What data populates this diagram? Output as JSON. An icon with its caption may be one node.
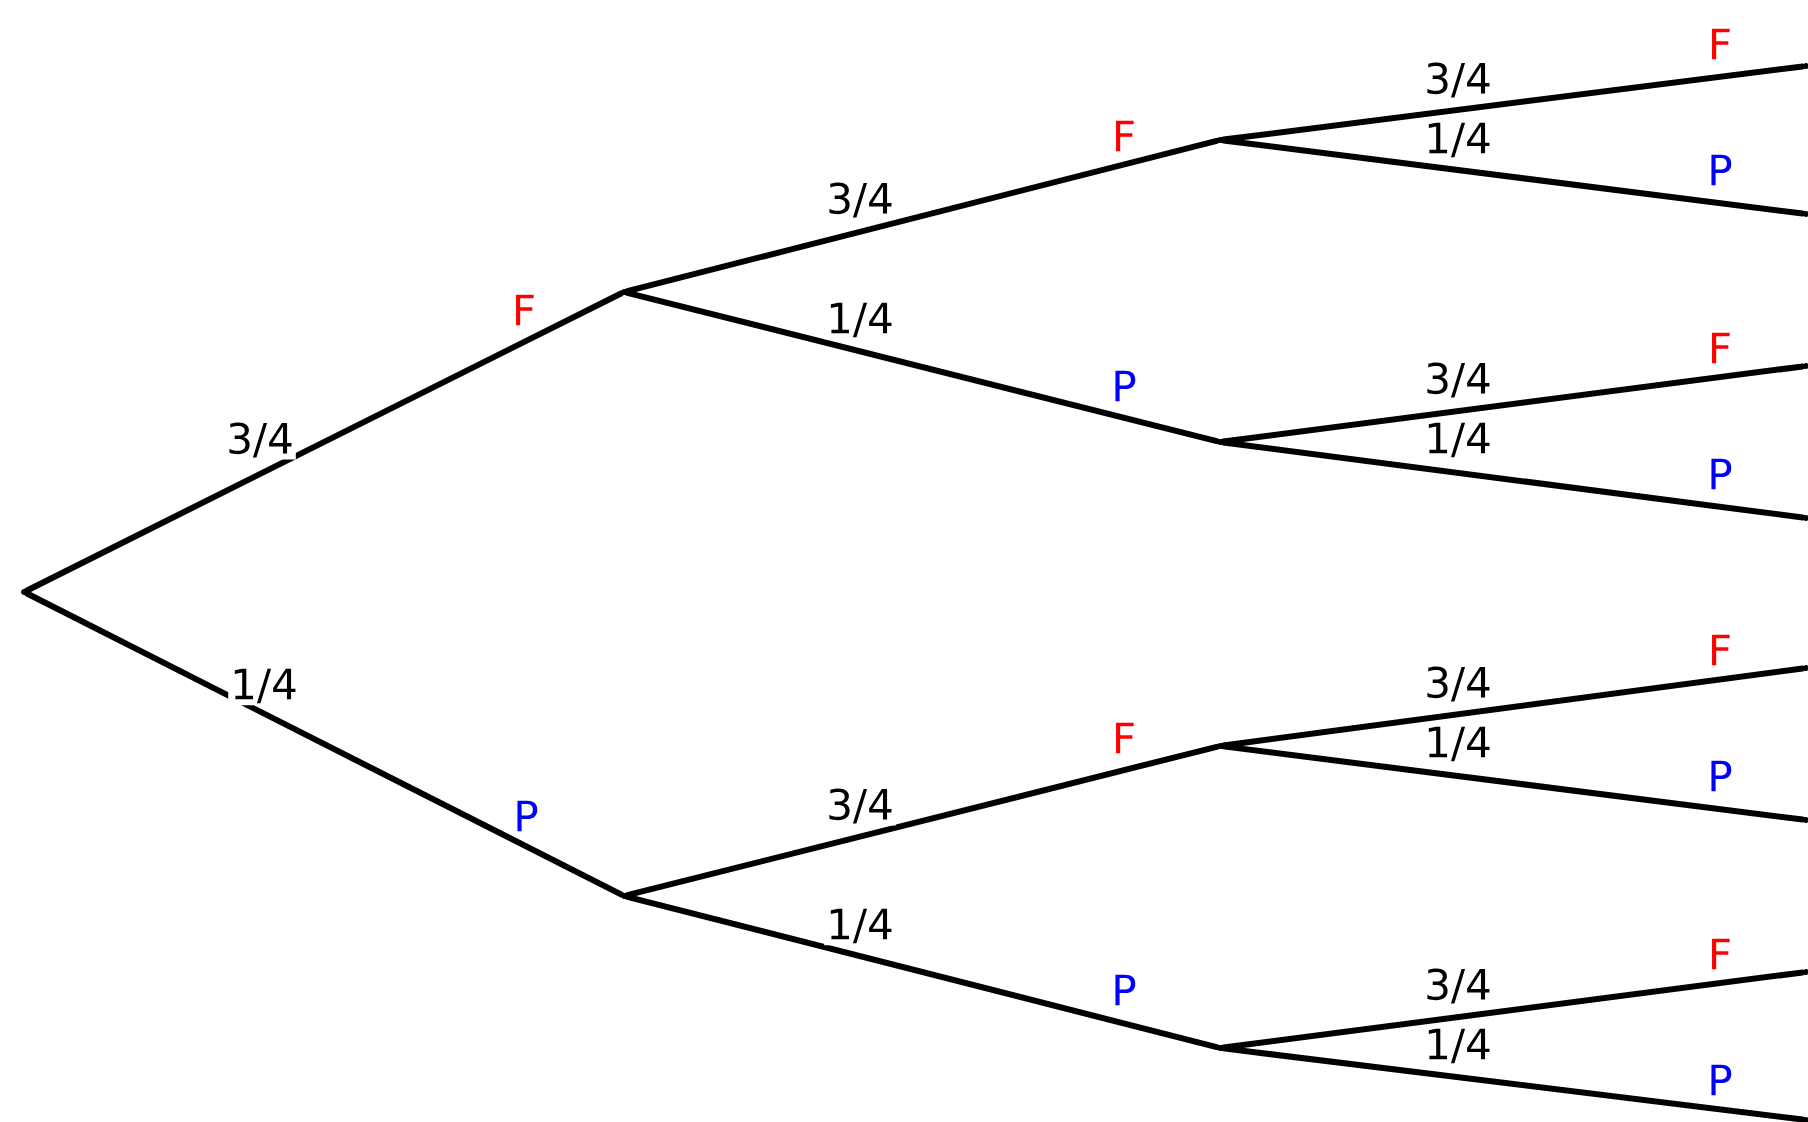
{
  "diagram": {
    "nodes": [
      {
        "text": [],
        "shape": "point"
      },
      {
        "text": [],
        "shape": "point",
        "beside": [
          "F"
        ]
      },
      {
        "text": [],
        "shape": "point",
        "beside": [
          "P"
        ]
      },
      {
        "text": [],
        "shape": "point",
        "beside": [
          "F"
        ]
      },
      {
        "text": [],
        "shape": "point",
        "beside": [
          "P"
        ]
      },
      {
        "text": [],
        "shape": "point",
        "beside": [
          "F"
        ]
      },
      {
        "text": [],
        "shape": "point",
        "beside": [
          "P"
        ]
      },
      {
        "text": [],
        "shape": "point",
        "beside": [
          "F"
        ]
      },
      {
        "text": [],
        "shape": "point",
        "beside": [
          "P"
        ]
      },
      {
        "text": [],
        "shape": "point",
        "beside": [
          "F"
        ]
      },
      {
        "text": [],
        "shape": "point",
        "beside": [
          "P"
        ]
      },
      {
        "text": [],
        "shape": "point",
        "beside": [
          "F"
        ]
      },
      {
        "text": [],
        "shape": "point",
        "beside": [
          "P"
        ]
      },
      {
        "text": [],
        "shape": "point",
        "beside": [
          "F"
        ]
      },
      {
        "text": [],
        "shape": "point",
        "beside": [
          "P"
        ]
      }
    ],
    "edges": [
      {
        "from": 0,
        "to": 1,
        "arrow": "none",
        "label": "3/4"
      },
      {
        "from": 0,
        "to": 2,
        "arrow": "none",
        "label": "1/4"
      },
      {
        "from": 1,
        "to": 3,
        "arrow": "none",
        "label": "3/4"
      },
      {
        "from": 1,
        "to": 4,
        "arrow": "none",
        "label": "1/4"
      },
      {
        "from": 2,
        "to": 5,
        "arrow": "none",
        "label": "3/4"
      },
      {
        "from": 2,
        "to": 6,
        "arrow": "none",
        "label": "1/4"
      },
      {
        "from": 3,
        "to": 7,
        "arrow": "none",
        "label": "3/4"
      },
      {
        "from": 3,
        "to": 8,
        "arrow": "none",
        "label": "1/4"
      },
      {
        "from": 4,
        "to": 9,
        "arrow": "none",
        "label": "3/4"
      },
      {
        "from": 4,
        "to": 10,
        "arrow": "none",
        "label": "1/4"
      },
      {
        "from": 5,
        "to": 11,
        "arrow": "none",
        "label": "3/4"
      },
      {
        "from": 5,
        "to": 12,
        "arrow": "none",
        "label": "1/4"
      },
      {
        "from": 6,
        "to": 13,
        "arrow": "none",
        "label": "3/4"
      },
      {
        "from": 6,
        "to": 14,
        "arrow": "none",
        "label": "1/4"
      }
    ]
  }
}
